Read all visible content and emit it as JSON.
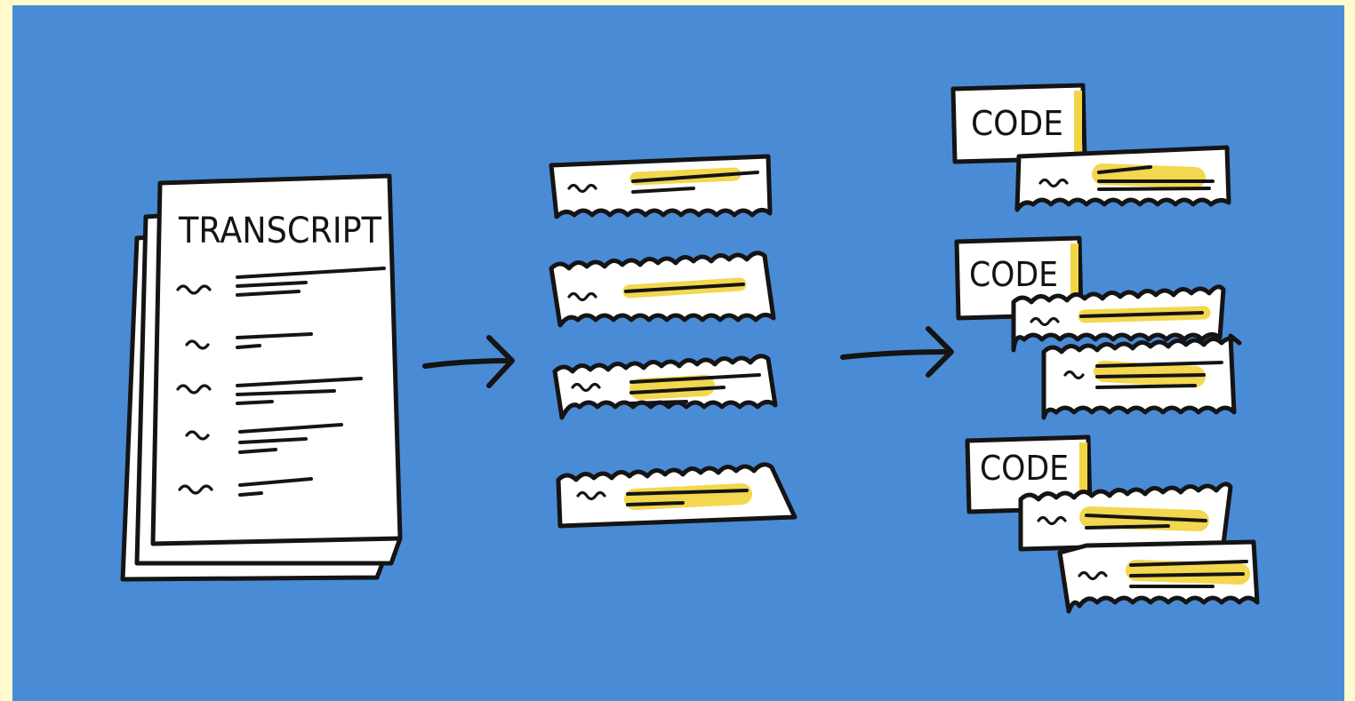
{
  "transcript": {
    "title": "TRANSCRIPT"
  },
  "codes": [
    {
      "label": "CODE"
    },
    {
      "label": "CODE"
    },
    {
      "label": "CODE"
    }
  ],
  "colors": {
    "background": "#4a8bd6",
    "frame": "#fffbcc",
    "paper": "#ffffff",
    "ink": "#141414",
    "highlight": "#f2d545"
  }
}
